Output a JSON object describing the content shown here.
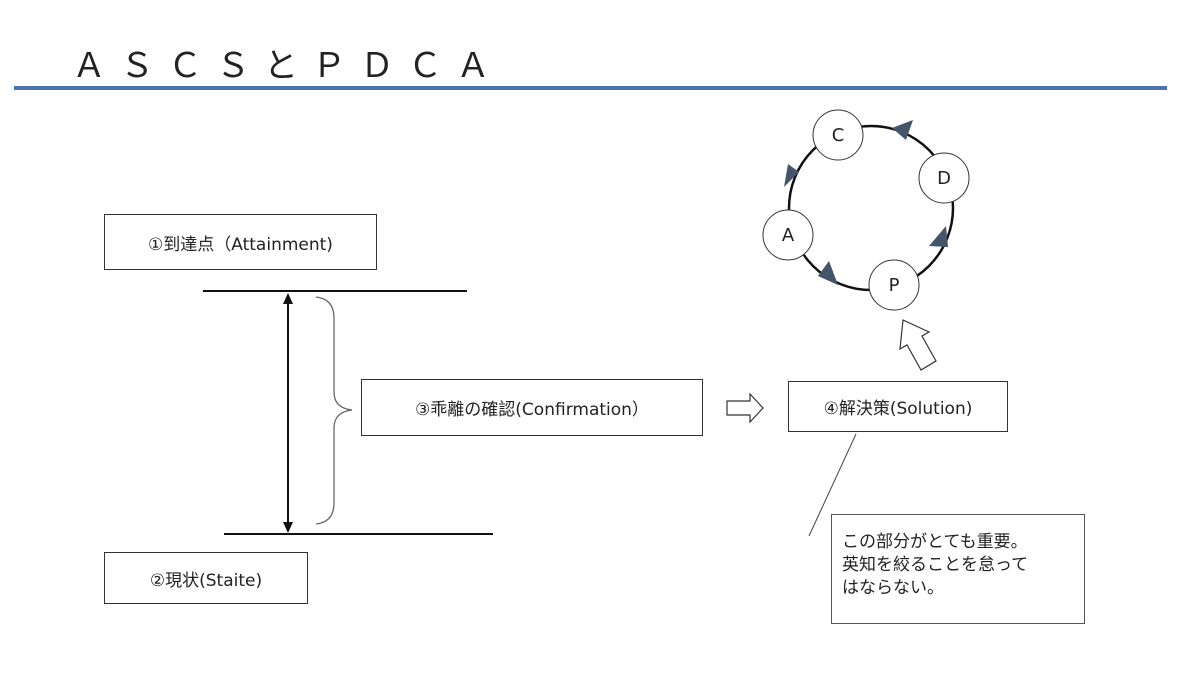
{
  "title": "ＡＳＣＳとＰＤＣＡ",
  "boxes": {
    "attainment": "①到達点（Attainment)",
    "state": "②現状(Staite)",
    "confirmation": "③乖離の確認(Confirmation）",
    "solution": "④解決策(Solution)"
  },
  "note": {
    "lines": [
      "この部分がとても重要。",
      "英知を絞ることを怠って",
      "はならない。"
    ]
  },
  "cycle": {
    "nodes": [
      "P",
      "D",
      "C",
      "A"
    ],
    "arrow_color": "#44546a",
    "title_rule_color": "#4a72b0"
  }
}
